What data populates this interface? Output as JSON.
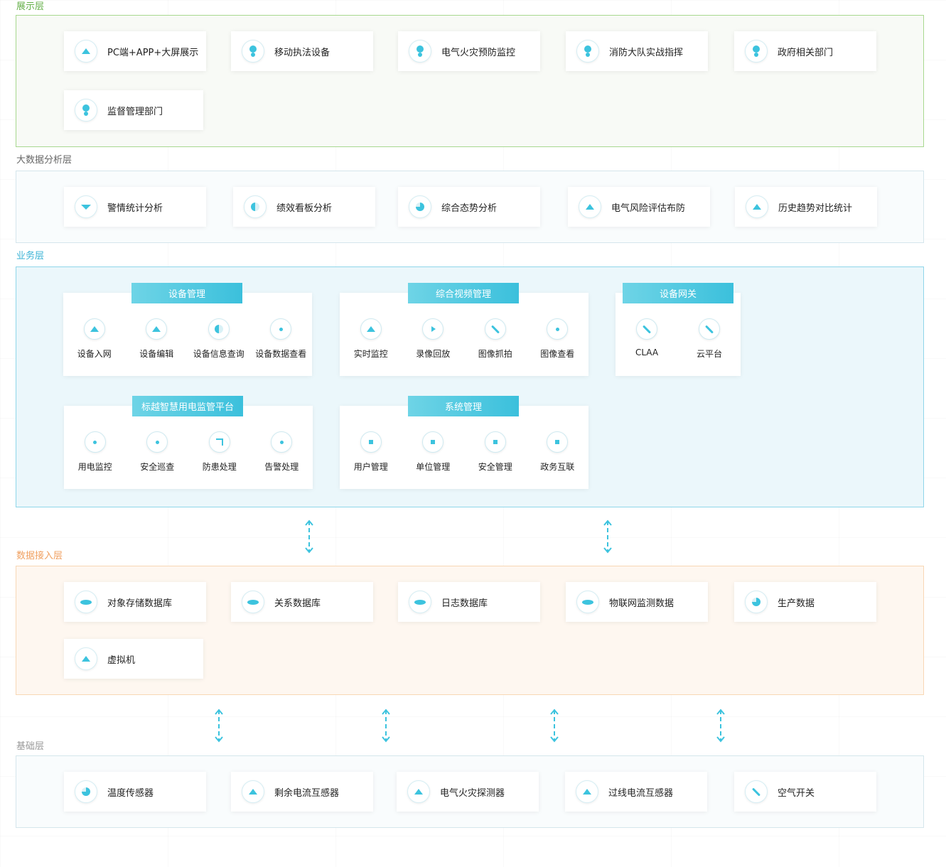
{
  "layers": {
    "presentation": {
      "label": "展示层",
      "color": "#66b04a",
      "items": [
        {
          "label": "PC端+APP+大屏展示",
          "icon": "tri-icon"
        },
        {
          "label": "移动执法设备",
          "icon": "person-icon"
        },
        {
          "label": "电气火灾预防监控",
          "icon": "person-icon"
        },
        {
          "label": "消防大队实战指挥",
          "icon": "person-icon"
        },
        {
          "label": "政府相关部门",
          "icon": "person-icon"
        },
        {
          "label": "监督管理部门",
          "icon": "person-icon"
        }
      ]
    },
    "analysis": {
      "label": "大数据分析层",
      "color": "#666666",
      "items": [
        {
          "label": "警情统计分析",
          "icon": "vee-icon"
        },
        {
          "label": "绩效看板分析",
          "icon": "half-icon"
        },
        {
          "label": "综合态势分析",
          "icon": "pie-icon"
        },
        {
          "label": "电气风险评估布防",
          "icon": "tri-icon"
        },
        {
          "label": "历史趋势对比统计",
          "icon": "tri-icon"
        }
      ]
    },
    "business": {
      "label": "业务层",
      "color": "#3cb3d6",
      "panels": [
        {
          "title": "设备管理",
          "items": [
            {
              "label": "设备入网",
              "icon": "tri-icon"
            },
            {
              "label": "设备编辑",
              "icon": "tri-icon"
            },
            {
              "label": "设备信息查询",
              "icon": "half-icon"
            },
            {
              "label": "设备数据查看",
              "icon": "dot-icon"
            }
          ]
        },
        {
          "title": "综合视频管理",
          "items": [
            {
              "label": "实时监控",
              "icon": "tri-icon"
            },
            {
              "label": "录像回放",
              "icon": "play-icon"
            },
            {
              "label": "图像抓拍",
              "icon": "line-icon"
            },
            {
              "label": "图像查看",
              "icon": "dot-icon"
            }
          ]
        },
        {
          "title": "设备网关",
          "items": [
            {
              "label": "CLAA",
              "icon": "line-icon"
            },
            {
              "label": "云平台",
              "icon": "line-icon"
            }
          ]
        },
        {
          "title": "标越智慧用电监管平台",
          "items": [
            {
              "label": "用电监控",
              "icon": "dot-icon"
            },
            {
              "label": "安全巡查",
              "icon": "dot-icon"
            },
            {
              "label": "防患处理",
              "icon": "arrow-icon"
            },
            {
              "label": "告警处理",
              "icon": "dot-icon"
            }
          ]
        },
        {
          "title": "系统管理",
          "items": [
            {
              "label": "用户管理",
              "icon": "square-icon"
            },
            {
              "label": "单位管理",
              "icon": "square-icon"
            },
            {
              "label": "安全管理",
              "icon": "square-icon"
            },
            {
              "label": "政务互联",
              "icon": "square-icon"
            }
          ]
        }
      ]
    },
    "data_access": {
      "label": "数据接入层",
      "color": "#f0a060",
      "items": [
        {
          "label": "对象存储数据库",
          "icon": "disk-icon"
        },
        {
          "label": "关系数据库",
          "icon": "disk-icon"
        },
        {
          "label": "日志数据库",
          "icon": "disk-icon"
        },
        {
          "label": "物联网监测数据",
          "icon": "disk-icon"
        },
        {
          "label": "生产数据",
          "icon": "pie-icon"
        },
        {
          "label": "虚拟机",
          "icon": "tri-icon"
        }
      ]
    },
    "foundation": {
      "label": "基础层",
      "color": "#999999",
      "items": [
        {
          "label": "温度传感器",
          "icon": "pie-icon"
        },
        {
          "label": "剩余电流互感器",
          "icon": "tri-icon"
        },
        {
          "label": "电气火灾探测器",
          "icon": "tri-icon"
        },
        {
          "label": "过线电流互感器",
          "icon": "tri-icon"
        },
        {
          "label": "空气开关",
          "icon": "line-icon"
        }
      ]
    }
  }
}
